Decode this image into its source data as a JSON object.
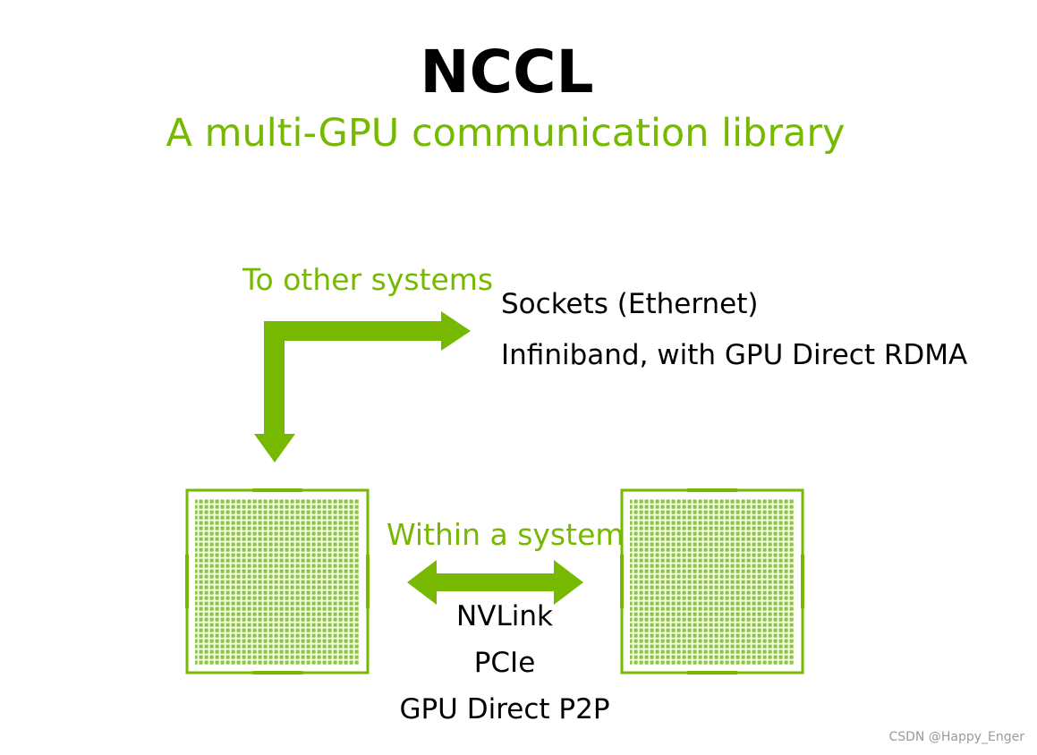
{
  "title": "NCCL",
  "subtitle": "A multi-GPU communication library",
  "colors": {
    "accent": "#76b900",
    "text": "#000000",
    "watermark": "#9a9a9a"
  },
  "other_systems": {
    "label": "To other systems",
    "methods": [
      "Sockets (Ethernet)",
      "Infiniband, with GPU Direct RDMA"
    ]
  },
  "within_system": {
    "label": "Within a system",
    "methods": [
      "NVLink",
      "PCIe",
      "GPU Direct P2P"
    ]
  },
  "watermark": "CSDN @Happy_Enger"
}
